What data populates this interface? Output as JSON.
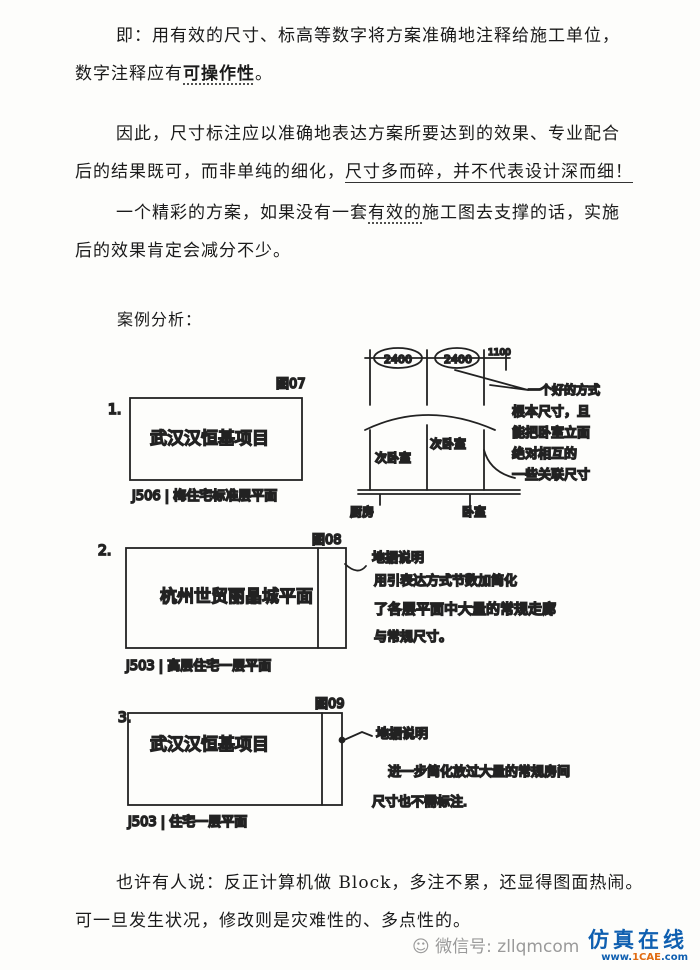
{
  "paragraphs": {
    "p1": {
      "line1": "即：用有效的尺寸、标高等数字将方案准确地注释给施工单位，",
      "line2_pre": "数字注释应有",
      "line2_emph": "可操作性",
      "line2_post": "。"
    },
    "p2": {
      "line1": "因此，尺寸标注应以准确地表达方案所要达到的效果、专业配合",
      "line2_pre": "后的结果既可，而非单纯的细化，",
      "line2_emph": "尺寸多而碎，并不代表设计深而细！"
    },
    "p3": {
      "line1_pre": "一个精彩的方案，如果没有一套",
      "line1_emph": "有效的",
      "line1_post": "施工图去支撑的话，实施",
      "line2": "后的效果肯定会减分不少。"
    },
    "p4": {
      "line1": "也许有人说：反正计算机做 Block，多注不累，还显得图面热闹。",
      "line2": "可一旦发生状况，修改则是灾难性的、多点性的。"
    }
  },
  "case_heading": "案例分析：",
  "sketches": {
    "s1": {
      "num": "1.",
      "fig": "图07",
      "title": "武汉汉恒基项目",
      "caption": "J506 | 梅住宅标准层平面"
    },
    "s2": {
      "num": "2.",
      "fig": "图08",
      "title": "杭州世贸丽晶城平面",
      "caption": "J503 | 高层住宅一层平面",
      "note": [
        "地据说明",
        "用引表达方式节数加简化",
        "了各层平面中大量的常规走廊",
        "与常规尺寸。"
      ]
    },
    "s3": {
      "num": "3.",
      "fig": "图09",
      "title": "武汉汉恒基项目",
      "caption": "J503 | 住宅一层平面",
      "note": [
        "地据说明",
        "进一步简化放过大量的常规房间",
        "尺寸也不需标注."
      ]
    },
    "elevation": {
      "dim1": "2400",
      "dim2": "2400",
      "dim3": "1100",
      "room1": "次卧室",
      "room2": "次卧室",
      "label_left": "厨房",
      "label_right": "卧室",
      "note": [
        "一个好的方式",
        "根本尺寸，且",
        "能把卧室立面",
        "绝对相互的",
        "一些关联尺寸"
      ]
    }
  },
  "footer": {
    "watermark": "微信号: zllqmcom",
    "brand_cn": "仿真在线",
    "brand_en_prefix": "www.",
    "brand_en_main": "1CAE",
    "brand_en_suffix": ".com"
  }
}
